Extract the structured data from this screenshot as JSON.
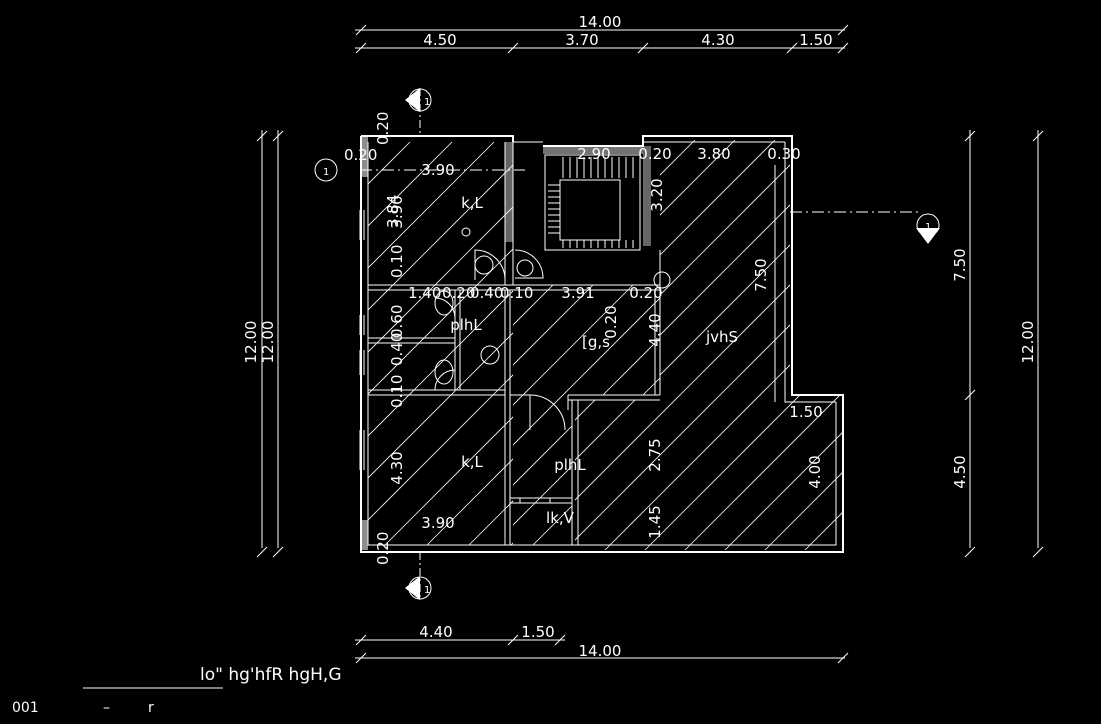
{
  "colors": {
    "background": "#000000",
    "lines": "#ffffff"
  },
  "dimensions": {
    "top_total": "14.00",
    "top_segments": [
      "4.50",
      "3.70",
      "4.30",
      "1.50"
    ],
    "bottom_segments": [
      "4.40",
      "1.50"
    ],
    "bottom_total": "14.00",
    "left_outer": "12.00",
    "left_inner": "12.00",
    "right_total": "12.00",
    "right_upper": "7.50",
    "right_lower": "4.50"
  },
  "interior_dims": [
    "0.20",
    "0.20",
    "3.90",
    "2.90",
    "0.20",
    "3.80",
    "0.30",
    "3.20",
    "3.90",
    "3.84",
    "0.10",
    "1.40",
    "0.20",
    "0.40",
    "0.10",
    "3.91",
    "0.20",
    "0.60",
    "0.40",
    "4.40",
    "0.20",
    "7.50",
    "0.10",
    "1.50",
    "2.75",
    "4.00",
    "4.30",
    "1.45",
    "3.90",
    "0.20"
  ],
  "rooms": [
    "k,L",
    "plhL",
    "[g,s",
    "jvhS",
    "k,L",
    "plhL",
    "lk,V"
  ],
  "section_marks": [
    "1",
    "1"
  ],
  "title": "lo\"  hg'hfR  hgH,G",
  "scale_line": [
    "001",
    "–",
    "r"
  ]
}
